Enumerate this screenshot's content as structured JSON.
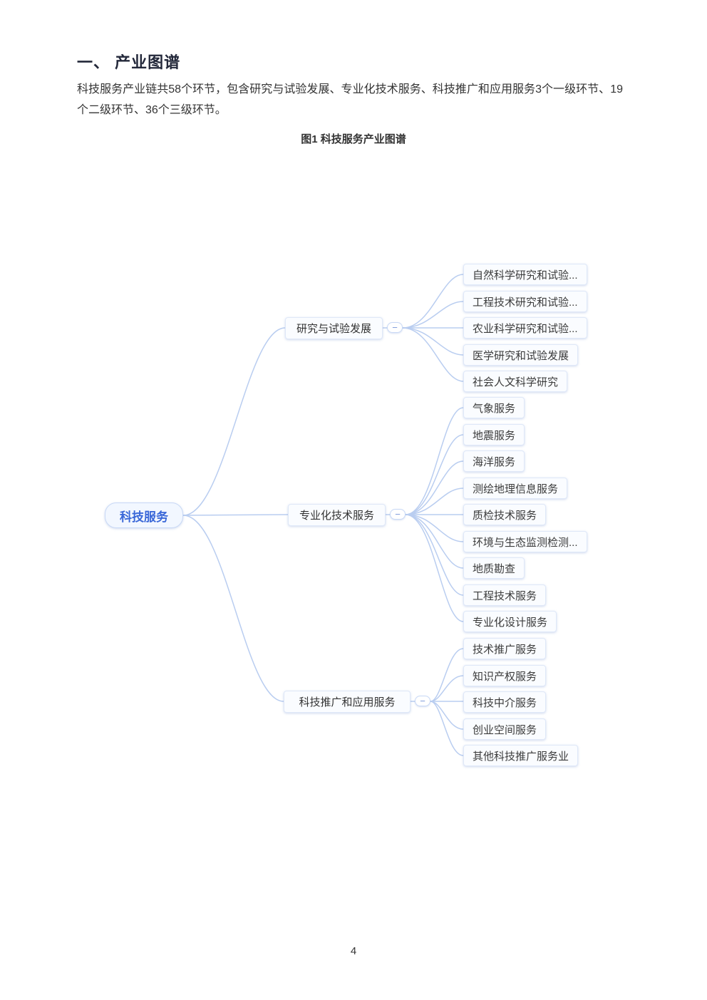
{
  "page": {
    "heading": "一、 产业图谱",
    "paragraph": "科技服务产业链共58个环节，包含研究与试验发展、专业化技术服务、科技推广和应用服务3个一级环节、19个二级环节、36个三级环节。",
    "figure_caption": "图1 科技服务产业图谱",
    "page_number": "4"
  },
  "colors": {
    "root_text": "#3a68d8",
    "connector_line": "#b9cdf0",
    "node_border": "#dfe8f8",
    "node_background": "#fafcff"
  },
  "mindmap": {
    "root": "科技服务",
    "toggle_glyph": "−",
    "branches": [
      {
        "label": "研究与试验发展",
        "children": [
          "自然科学研究和试验...",
          "工程技术研究和试验...",
          "农业科学研究和试验...",
          "医学研究和试验发展",
          "社会人文科学研究"
        ]
      },
      {
        "label": "专业化技术服务",
        "children": [
          "气象服务",
          "地震服务",
          "海洋服务",
          "测绘地理信息服务",
          "质检技术服务",
          "环境与生态监测检测...",
          "地质勘查",
          "工程技术服务",
          "专业化设计服务"
        ]
      },
      {
        "label": "科技推广和应用服务",
        "children": [
          "技术推广服务",
          "知识产权服务",
          "科技中介服务",
          "创业空间服务",
          "其他科技推广服务业"
        ]
      }
    ]
  }
}
